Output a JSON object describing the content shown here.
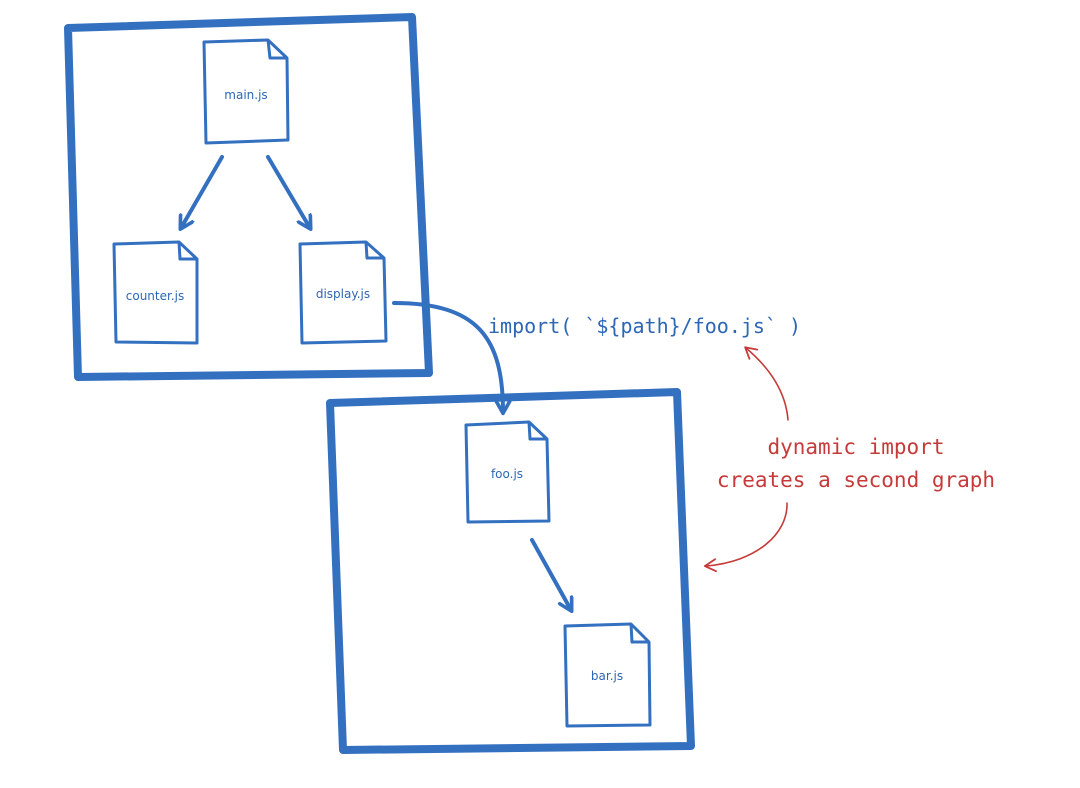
{
  "diagram": {
    "graph_one": {
      "files": {
        "main": "main.js",
        "counter": "counter.js",
        "display": "display.js"
      }
    },
    "graph_two": {
      "files": {
        "foo": "foo.js",
        "bar": "bar.js"
      }
    },
    "import_call": "import( `${path}/foo.js` )",
    "annotation": {
      "line1": "dynamic import",
      "line2": "creates a second graph"
    }
  },
  "colors": {
    "accent_blue": "#3470c0",
    "annotation_red": "#c63a3a",
    "background": "#ffffff"
  },
  "icons": [
    "file-icon",
    "arrow-icon"
  ]
}
